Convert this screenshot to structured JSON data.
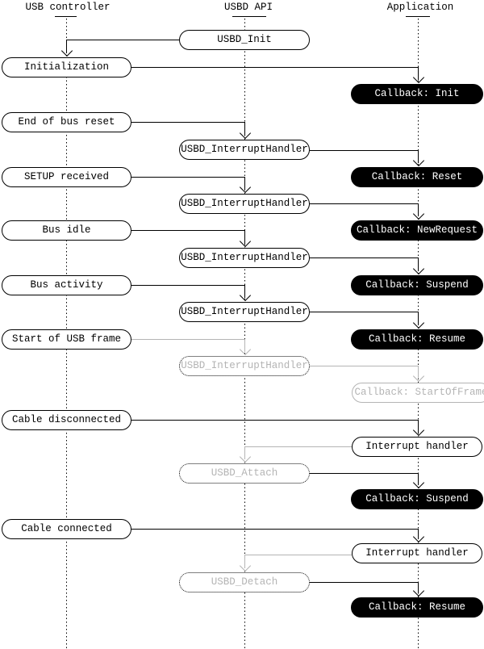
{
  "colors": {
    "line": "#000000",
    "muted_gray": "#b4b4b4",
    "callback_bg": "#000000",
    "callback_fg": "#ffffff",
    "background": "#ffffff"
  },
  "diagram": {
    "columns": [
      {
        "label": "USB controller"
      },
      {
        "label": "USBD API"
      },
      {
        "label": "Application"
      }
    ],
    "nodes": {
      "usbd_init": "USBD_Init",
      "initialization": "Initialization",
      "cb_init": "Callback: Init",
      "end_of_bus_reset": "End of bus reset",
      "ih1": "USBD_InterruptHandler",
      "setup_received": "SETUP received",
      "cb_reset": "Callback: Reset",
      "ih2": "USBD_InterruptHandler",
      "bus_idle": "Bus idle",
      "cb_newrequest": "Callback: NewRequest",
      "ih3": "USBD_InterruptHandler",
      "bus_activity": "Bus activity",
      "cb_suspend1": "Callback: Suspend",
      "ih4": "USBD_InterruptHandler",
      "start_of_usb_frame": "Start of USB frame",
      "cb_resume1": "Callback: Resume",
      "ih5": "USBD_InterruptHandler",
      "cb_startofframe": "Callback: StartOfFrame",
      "cable_disconnected": "Cable disconnected",
      "interrupt_handler1": "Interrupt handler",
      "usbd_attach": "USBD_Attach",
      "cb_suspend2": "Callback: Suspend",
      "cable_connected": "Cable connected",
      "interrupt_handler2": "Interrupt handler",
      "usbd_detach": "USBD_Detach",
      "cb_resume2": "Callback: Resume"
    }
  }
}
